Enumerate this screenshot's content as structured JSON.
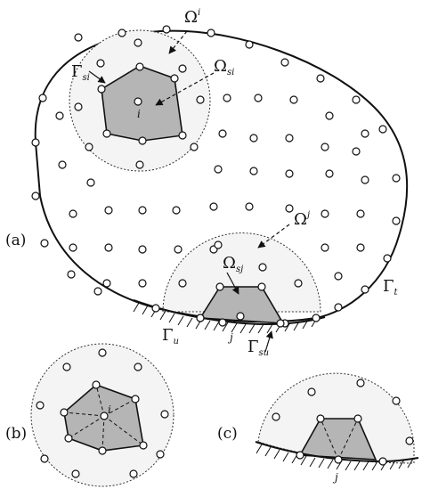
{
  "panels": {
    "a": "(a)",
    "b": "(b)",
    "c": "(c)"
  },
  "symbols": {
    "omega": "Ω",
    "gamma": "Γ",
    "omega_i_sup": "i",
    "omega_j_sup": "j",
    "omega_si_sub": "si",
    "omega_sj_sub": "sj",
    "gamma_si_sub": "si",
    "gamma_t_sub": "t",
    "gamma_u_sub": "u",
    "gamma_su_sub": "su",
    "node_i": "i",
    "node_j": "j",
    "node_j_c": "j"
  },
  "colors": {
    "stroke": "#111111",
    "domain_fill": "#ffffff",
    "support_fill": "#f2f2f2",
    "subdomain_fill": "#b5b5b5",
    "node_fill": "#ffffff"
  }
}
